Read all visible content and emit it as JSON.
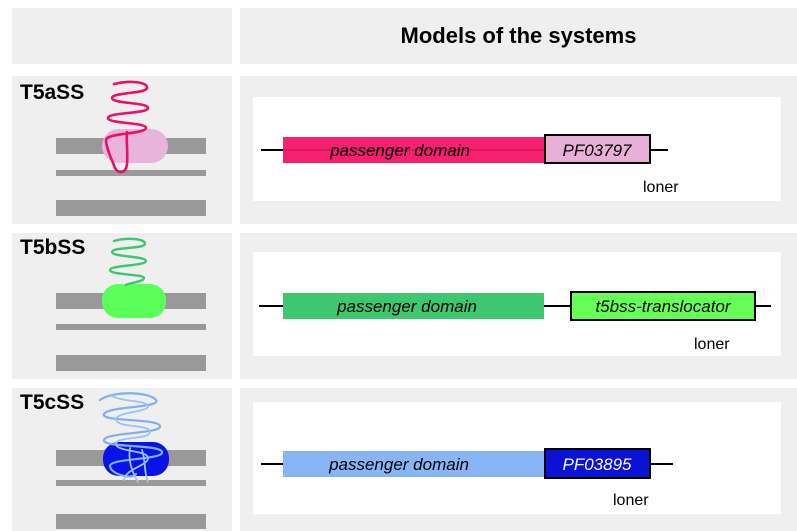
{
  "header": {
    "title": "Models of the systems"
  },
  "systems": [
    {
      "name": "T5aSS",
      "passenger_label": "passenger domain",
      "domain_label": "PF03797",
      "loner_label": "loner",
      "colors": {
        "passenger": "#f5206e",
        "passenger_line": "#d01050",
        "domain_fill": "#e8b0d8",
        "domain_text": "#000000",
        "barrel": "#e8b4dc",
        "coil": "#e8106a"
      }
    },
    {
      "name": "T5bSS",
      "passenger_label": "passenger domain",
      "domain_label": "t5bss-translocator",
      "loner_label": "loner",
      "colors": {
        "passenger": "#3dc870",
        "passenger_line": "#3dc870",
        "domain_fill": "#66ff55",
        "domain_text": "#000000",
        "barrel": "#5aff5a",
        "coil": "#3dc870"
      }
    },
    {
      "name": "T5cSS",
      "passenger_label": "passenger domain",
      "domain_label": "PF03895",
      "loner_label": "loner",
      "colors": {
        "passenger": "#88b6f5",
        "passenger_line": "#88b6f5",
        "domain_fill": "#0a12d8",
        "domain_text": "#ffffff",
        "barrel": "#0a12e8",
        "coil": "#80aef0"
      }
    }
  ],
  "membrane_color": "#999999"
}
